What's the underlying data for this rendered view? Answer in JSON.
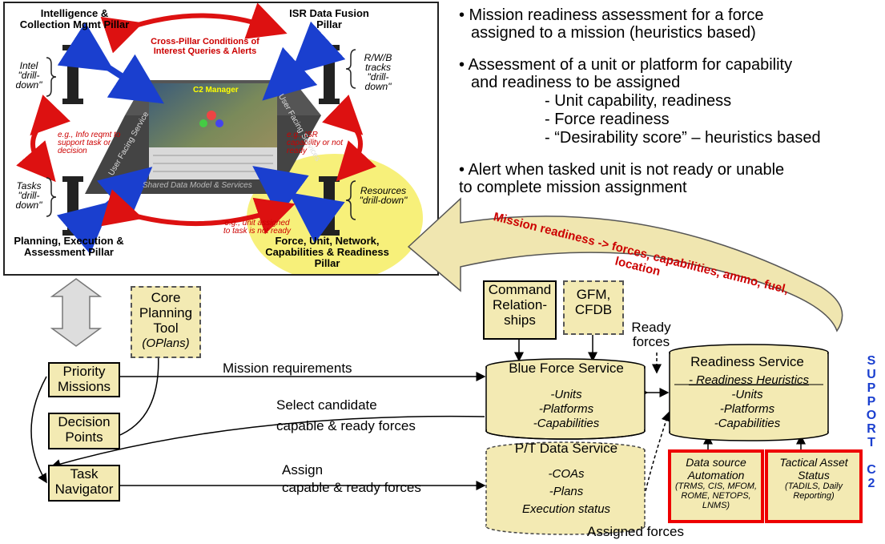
{
  "panel": {
    "pillars": {
      "intel": "Intelligence & Collection Mgmt Pillar",
      "isr": "ISR Data Fusion Pillar",
      "planning": "Planning, Execution & Assessment Pillar",
      "force": "Force, Unit, Network, Capabilities & Readiness Pillar"
    },
    "drilldowns": {
      "intel": "Intel \"drill-down\"",
      "tracks": "R/W/B tracks \"drill-down\"",
      "tasks": "Tasks \"drill-down\"",
      "resources": "Resources \"drill-down\""
    },
    "cross_pillar": "Cross-Pillar Conditions of Interest Queries & Alerts",
    "examples": {
      "intel_req": "e.g., Info reqmt to support task or decision",
      "isr": "e.g., ISR capability or not ready",
      "unit": "e.g., unit assigned to task is not ready"
    },
    "c2_manager": "C2 Manager",
    "user_facing_left": "User Facing Service",
    "user_facing_right": "User Facing Services",
    "data_model": "Shared Data Model & Services"
  },
  "bullets": {
    "b1_line1": "• Mission readiness assessment for a force",
    "b1_line2": "assigned to a mission (heuristics based)",
    "b2_line1": "• Assessment of a unit or platform for capability",
    "b2_line2": "and readiness to be assigned",
    "sub1": "- Unit capability, readiness",
    "sub2": "- Force readiness",
    "sub3": "- “Desirability score” – heuristics based",
    "b3_line1": "• Alert when tasked unit is not ready or unable",
    "b3_line2": "to complete mission assignment"
  },
  "big_arrow_text": "Mission readiness -> forces, capabilities, ammo, fuel, location",
  "boxes": {
    "core_planning": "Core Planning Tool",
    "core_planning_sub": "(OPlans)",
    "priority_missions": "Priority Missions",
    "decision_points": "Decision Points",
    "task_navigator": "Task Navigator",
    "command": "Command Relation-ships",
    "gfm": "GFM, CFDB"
  },
  "services": {
    "blue_force": {
      "title": "Blue Force Service",
      "items": [
        "-Units",
        "-Platforms",
        "-Capabilities"
      ]
    },
    "pt_data": {
      "title": "P/T Data Service",
      "items": [
        "-COAs",
        "-Plans",
        "Execution status"
      ]
    },
    "readiness": {
      "title": "Readiness Service",
      "heuristics": "- Readiness Heuristics",
      "items": [
        "-Units",
        "-Platforms",
        "-Capabilities"
      ]
    }
  },
  "sources": {
    "automation_title": "Data source Automation",
    "automation_sub": "(TRMS, CIS, MFOM, ROME, NETOPS, LNMS)",
    "tactical_title": "Tactical Asset Status",
    "tactical_sub": "(TADILS, Daily Reporting)"
  },
  "labels": {
    "mission_req": "Mission requirements",
    "select_candidate": "Select candidate",
    "capable_ready_1": "capable & ready forces",
    "assign": "Assign",
    "capable_ready_2": "capable & ready forces",
    "ready_forces": "Ready forces",
    "assigned_forces": "Assigned forces"
  },
  "support_letters": [
    "S",
    "U",
    "P",
    "P",
    "O",
    "R",
    "T",
    "",
    "C",
    "2"
  ],
  "colors": {
    "cream": "#f3eab3",
    "yellow_highlight": "#f7f07a",
    "red": "#c00",
    "blue": "#1a3fcf"
  }
}
